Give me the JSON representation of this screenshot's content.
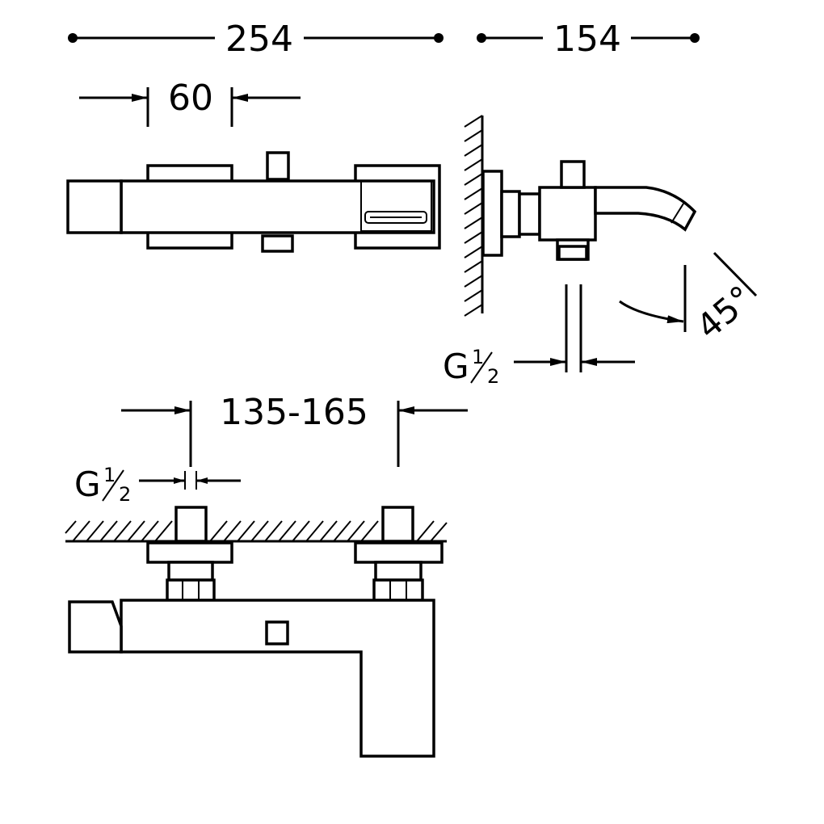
{
  "colors": {
    "line": "#000000",
    "background": "#ffffff"
  },
  "dimensions": {
    "overall_length": "254",
    "projection": "154",
    "handle_width": "60",
    "spout_angle": "45°",
    "centers": "135-165",
    "thread_side": {
      "letter": "G",
      "num": "1",
      "den": "2"
    },
    "thread_front": {
      "letter": "G",
      "num": "1",
      "den": "2"
    }
  }
}
